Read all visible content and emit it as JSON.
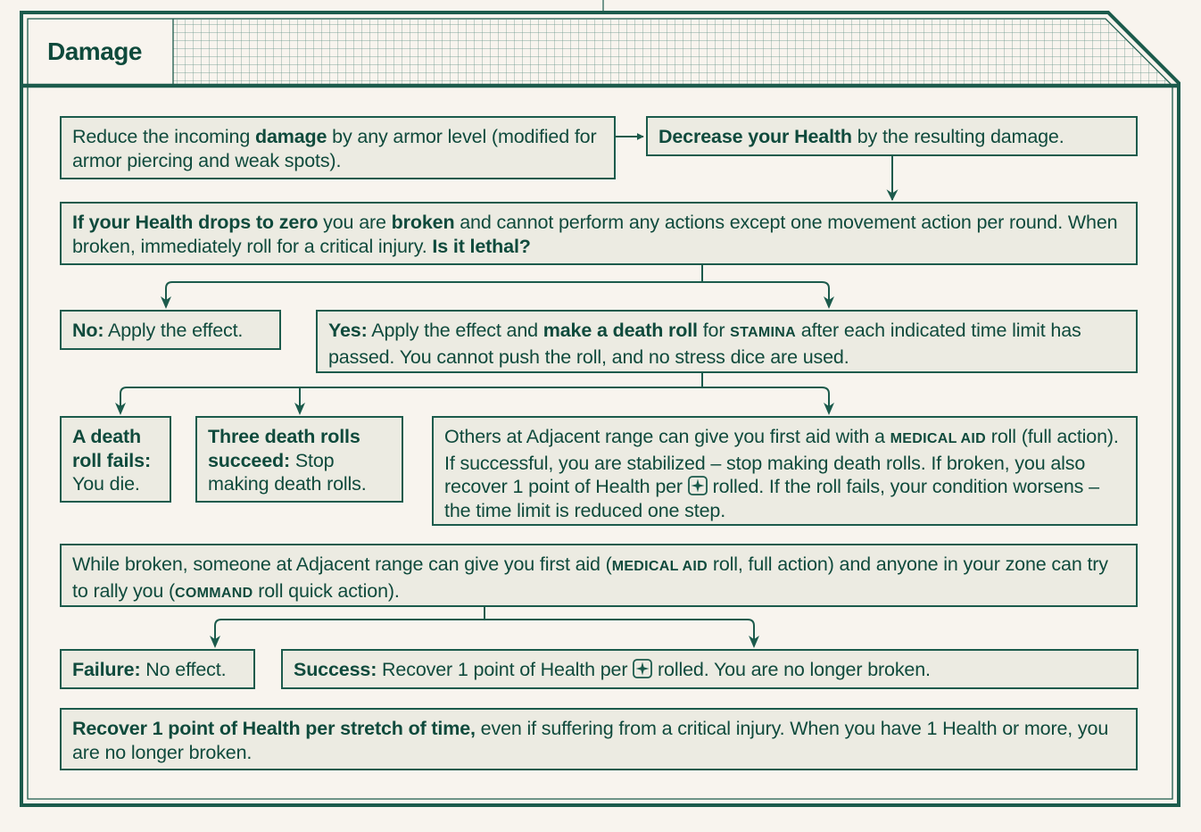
{
  "title": "Damage",
  "colors": {
    "ink": "#0f4a3c",
    "line": "#1c5b4c",
    "box_fill": "#ecebe2",
    "page": "#f8f4ee"
  },
  "icons": [
    "radiation-die-icon"
  ],
  "boxes": {
    "armor": {
      "t1": "Reduce the incoming ",
      "b1": "damage",
      "t2": " by any armor level (modified for armor piercing and weak spots)."
    },
    "decrease": {
      "b1": "Decrease your Health",
      "t1": " by the resulting damage."
    },
    "zero": {
      "b1": "If your Health drops to zero",
      "t1": " you are ",
      "b2": "broken",
      "t2": " and cannot perform any actions except one movement action per round. When broken, immediately roll for a critical injury. ",
      "b3": "Is it lethal?"
    },
    "no": {
      "b1": "No:",
      "t1": " Apply the effect."
    },
    "yes": {
      "b1": "Yes:",
      "t1": " Apply the effect and ",
      "b2": "make a death roll",
      "t2": " for ",
      "sc1": "STAMINA",
      "t3": " after each indicated time limit has passed. You cannot push the roll, and no stress dice are used."
    },
    "fails": {
      "b1": "A death roll fails:",
      "t1": " You die."
    },
    "three": {
      "b1": "Three death rolls succeed:",
      "t1": " Stop making death rolls."
    },
    "others": {
      "t1": "Others at Adjacent range can give you first aid with a ",
      "sc1": "MEDICAL AID",
      "t2": " roll (full action). If successful, you are stabilized – stop making death rolls. If broken, you also recover 1 point of Health per ",
      "t3": " rolled. If the roll fails, your condition worsens – the time limit is reduced one step."
    },
    "while": {
      "t1": "While broken, someone at Adjacent range can give you first aid (",
      "sc1": "MEDICAL AID",
      "t2": " roll, full action) and anyone in your zone can try to rally you (",
      "sc2": "COMMAND",
      "t3": " roll quick action)."
    },
    "failure": {
      "b1": "Failure:",
      "t1": " No effect."
    },
    "success": {
      "b1": "Success:",
      "t1": " Recover 1 point of Health per ",
      "t2": " rolled. You are no longer broken."
    },
    "recover": {
      "b1": "Recover 1 point of Health per stretch of time,",
      "t1": " even if suffering from a critical injury. When you have 1 Health or more, you are no longer broken."
    }
  }
}
